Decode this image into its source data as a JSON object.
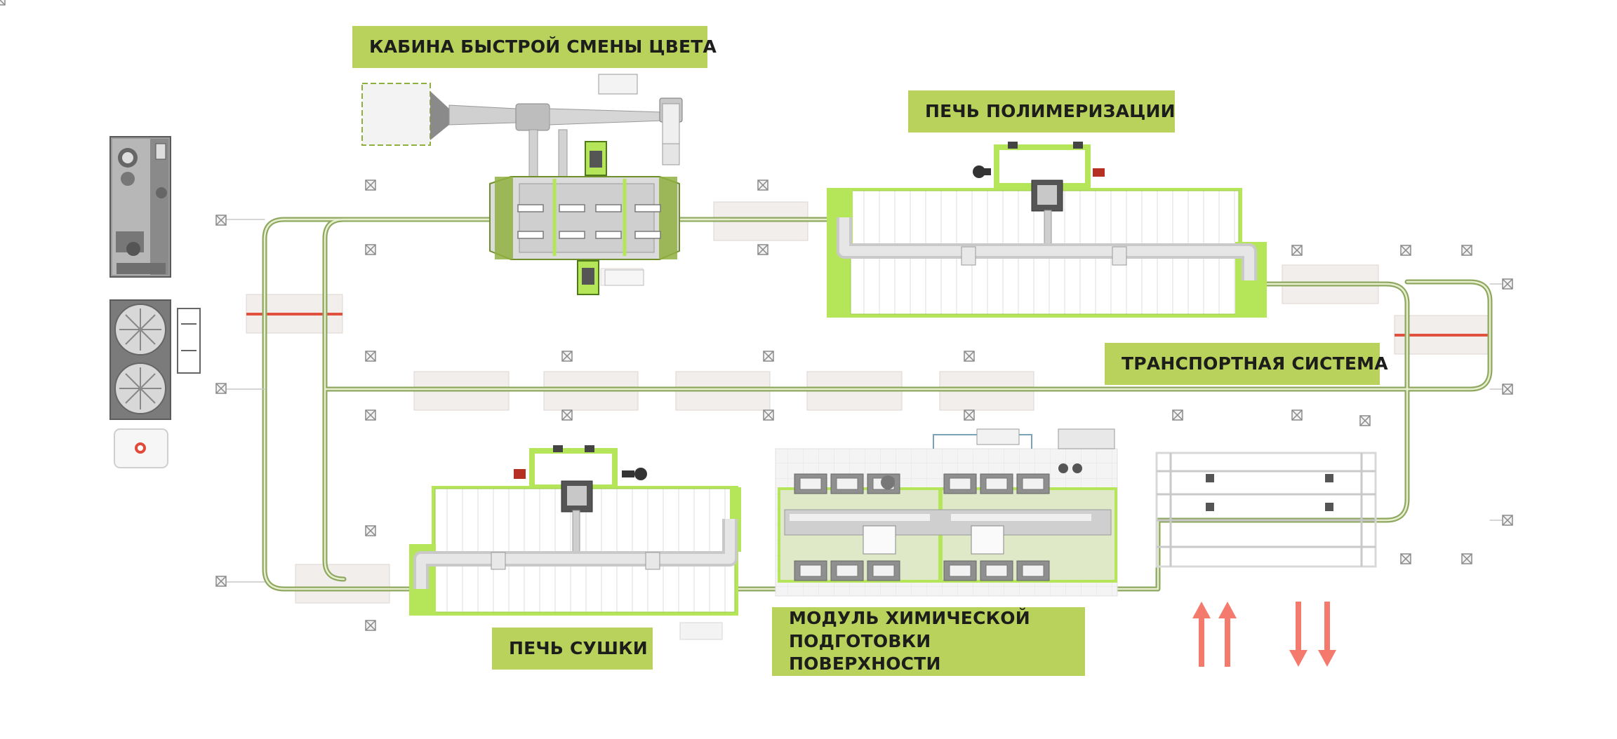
{
  "labels": {
    "color_booth": "КАБИНА БЫСТРОЙ СМЕНЫ ЦВЕТА",
    "curing_oven": "ПЕЧЬ ПОЛИМЕРИЗАЦИИ",
    "conveyor": "ТРАНСПОРТНАЯ СИСТЕМА",
    "drying_oven": "ПЕЧЬ СУШКИ",
    "pretreatment_line1": "МОДУЛЬ ХИМИЧЕСКОЙ",
    "pretreatment_line2": "ПОДГОТОВКИ ПОВЕРХНОСТИ"
  },
  "colors": {
    "label_bg": "#b8d25c",
    "equipment_green": "#b5e65a",
    "track_green": "#8fa860",
    "duct_gray": "#d2d2d2",
    "accent_red": "#f47a6e"
  },
  "legend": {
    "arrows_up": 2,
    "arrows_down": 2
  }
}
